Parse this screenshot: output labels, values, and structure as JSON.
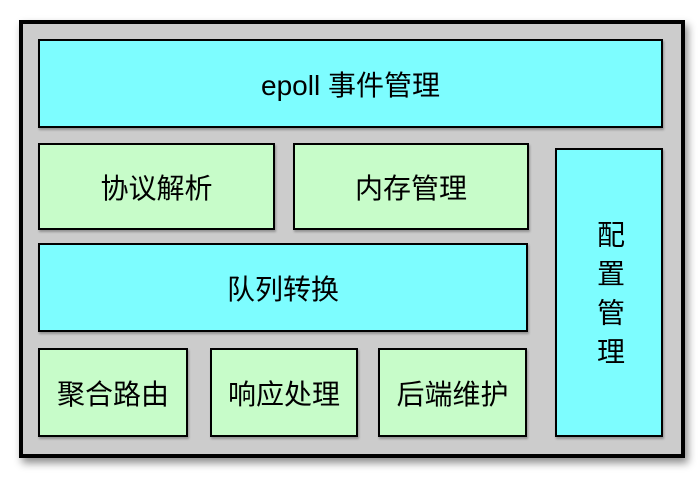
{
  "diagram": {
    "description": "architecture-block-diagram",
    "colors": {
      "cyan": "#7dfdff",
      "green": "#c7fcc9",
      "panel_gray": "#cccccc",
      "border": "#000000",
      "text": "#000000"
    }
  },
  "blocks": [
    {
      "id": "epoll",
      "label": "epoll 事件管理",
      "color": "cyan",
      "orientation": "horizontal"
    },
    {
      "id": "protocol",
      "label": "协议解析",
      "color": "green",
      "orientation": "horizontal"
    },
    {
      "id": "memory",
      "label": "内存管理",
      "color": "green",
      "orientation": "horizontal"
    },
    {
      "id": "queue",
      "label": "队列转换",
      "color": "cyan",
      "orientation": "horizontal"
    },
    {
      "id": "route",
      "label": "聚合路由",
      "color": "green",
      "orientation": "horizontal"
    },
    {
      "id": "response",
      "label": "响应处理",
      "color": "green",
      "orientation": "horizontal"
    },
    {
      "id": "backend",
      "label": "后端维护",
      "color": "green",
      "orientation": "horizontal"
    },
    {
      "id": "config",
      "label": "配置管理",
      "color": "cyan",
      "orientation": "vertical"
    }
  ]
}
